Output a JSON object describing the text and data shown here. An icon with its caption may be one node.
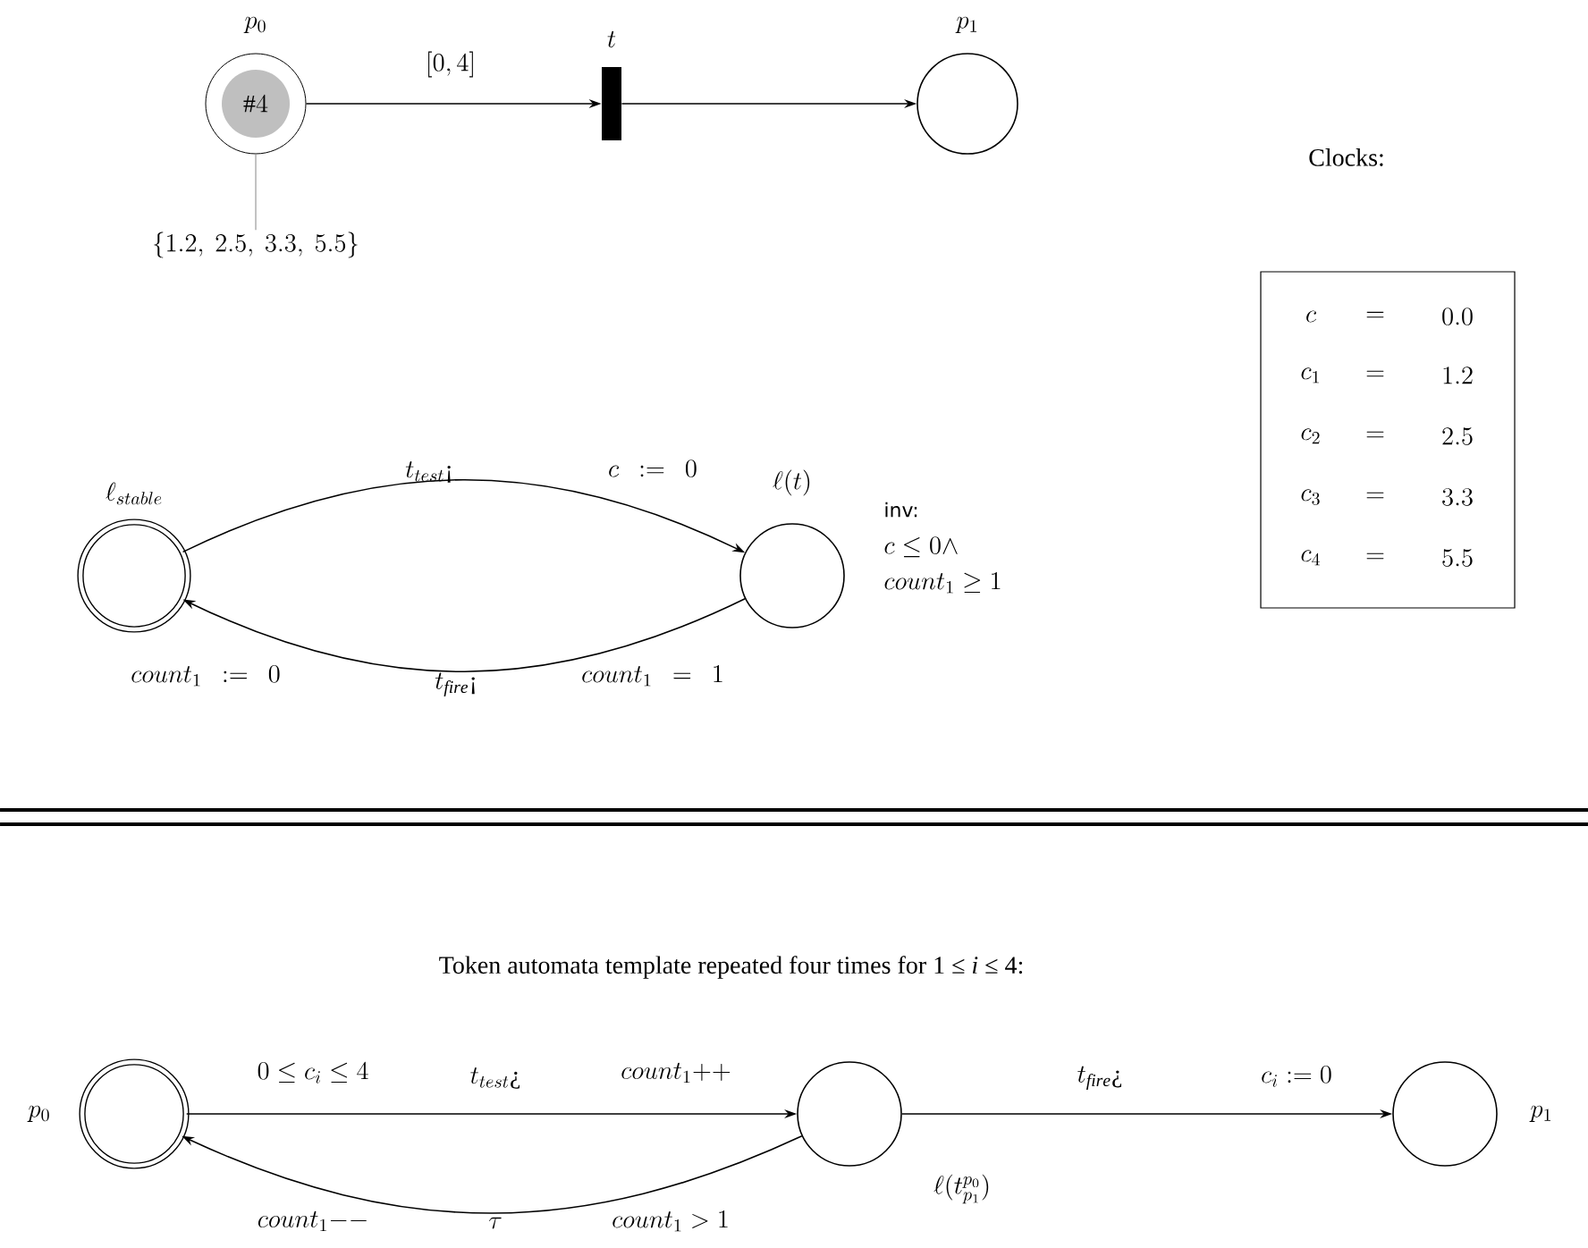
{
  "diagram": {
    "nodes": [
      {
        "text": [
          "p_0",
          "\\#4"
        ]
      },
      {
        "text": [
          "t"
        ]
      },
      {
        "text": [
          "p_1"
        ]
      },
      {
        "text": [
          "\\{1.2,\\ 2.5,\\ 3.3,\\ 5.5\\}"
        ]
      },
      {
        "text": [
          "\\ell_{stable}"
        ]
      },
      {
        "text": [
          "\\ell(t)"
        ],
        "beside": [
          "inv:",
          "c \\leq 0 \\wedge",
          "count_1 \\geq 1"
        ]
      },
      {
        "text": [
          "p_0"
        ]
      },
      {
        "text": [
          "\\ell(t^{p_0}_{p_1})"
        ]
      },
      {
        "text": [
          "p_1"
        ]
      }
    ],
    "edges": [
      {
        "from": 0,
        "to": 1,
        "arrow": "to",
        "label": "[0,4]"
      },
      {
        "from": 1,
        "to": 2,
        "arrow": "to"
      },
      {
        "from": 0,
        "to": 3,
        "arrow": "none",
        "color": "#999999"
      },
      {
        "from": 4,
        "to": 5,
        "arrow": "to",
        "label": "t_{test}\\mbox{¡}"
      },
      {
        "from": 5,
        "to": 4,
        "arrow": "to",
        "label": "t_{\\mathit{fire}}\\mbox{¡}"
      },
      {
        "from": 6,
        "to": 7,
        "arrow": "to",
        "label": "t_{test}\\mbox{¿}"
      },
      {
        "from": 7,
        "to": 6,
        "arrow": "to",
        "label": "\\tau"
      },
      {
        "from": 7,
        "to": 8,
        "arrow": "to",
        "label": "t_{\\mathit{fire}}\\mbox{¿}"
      }
    ],
    "labels": [
      "Clocks:",
      "c",
      "=",
      "0.0",
      "c_1",
      "=",
      "1.2",
      "c_2",
      "=",
      "2.5",
      "c_3",
      "=",
      "3.3",
      "c_4",
      "=",
      "5.5",
      "c\\ \\ :=\\ \\ 0",
      "count_1\\ \\ :=\\ \\ 0",
      "count_1\\ \\ =\\ \\ 1",
      "Token automata template repeated four times for 1 ≤ *i* ≤ 4:",
      "0 \\leq c_i \\leq 4",
      "count_1{+}{+}",
      "c_i := 0",
      "count_1{-}{-}",
      "count_1 > 1"
    ]
  }
}
